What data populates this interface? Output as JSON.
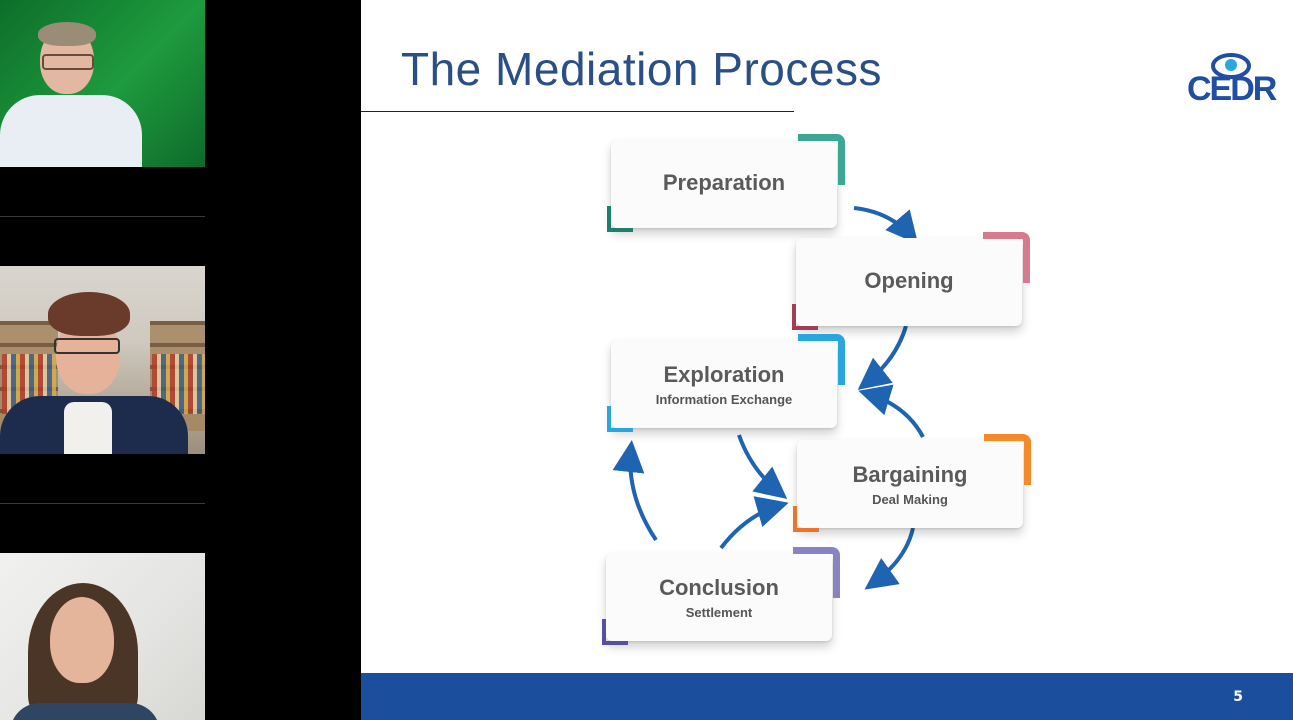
{
  "participants": [
    {
      "id": "participant-1"
    },
    {
      "id": "participant-2"
    },
    {
      "id": "participant-3"
    }
  ],
  "slide": {
    "title": "The Mediation Process",
    "logo_text": "CEDR",
    "page_number": "5",
    "colors": {
      "title": "#2a4f86",
      "footer": "#1b4f9e",
      "arrow": "#1f64b0"
    }
  },
  "diagram": {
    "stages": [
      {
        "name": "Preparation",
        "sub": "",
        "accent": "#3aa893",
        "accent_dark": "#1d7f6c"
      },
      {
        "name": "Opening",
        "sub": "",
        "accent": "#d77a8b",
        "accent_dark": "#9d3f56"
      },
      {
        "name": "Exploration",
        "sub": "Information Exchange",
        "accent": "#2aa6df",
        "accent_dark": "#2aa6df"
      },
      {
        "name": "Bargaining",
        "sub": "Deal Making",
        "accent": "#f58a28",
        "accent_dark": "#e9742b"
      },
      {
        "name": "Conclusion",
        "sub": "Settlement",
        "accent": "#8a83c3",
        "accent_dark": "#5750a1"
      }
    ]
  }
}
